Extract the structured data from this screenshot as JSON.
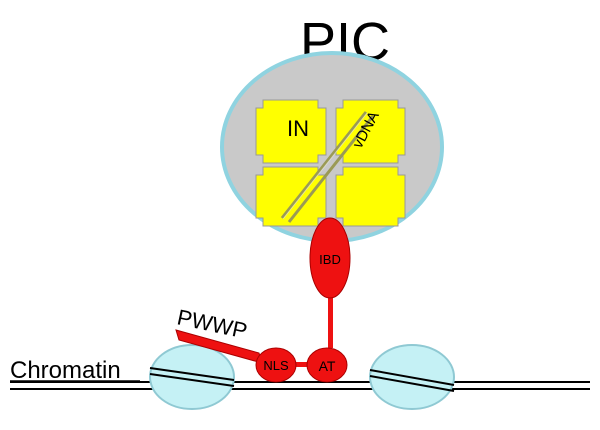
{
  "title": "PIC",
  "labels": {
    "integrase": "IN",
    "viral_dna": "vDNA",
    "ibd": "IBD",
    "at": "AT",
    "nls": "NLS",
    "pwwp": "PWWP",
    "chromatin": "Chromatin"
  },
  "colors": {
    "pic_disc": "#c9c9c9",
    "pic_edge": "#8fd3e0",
    "integrase": "#ffff00",
    "protein": "#ee1111",
    "nucleosome": "#c5f1f5",
    "dna": "#000000",
    "vdna": "#9a9a55"
  }
}
